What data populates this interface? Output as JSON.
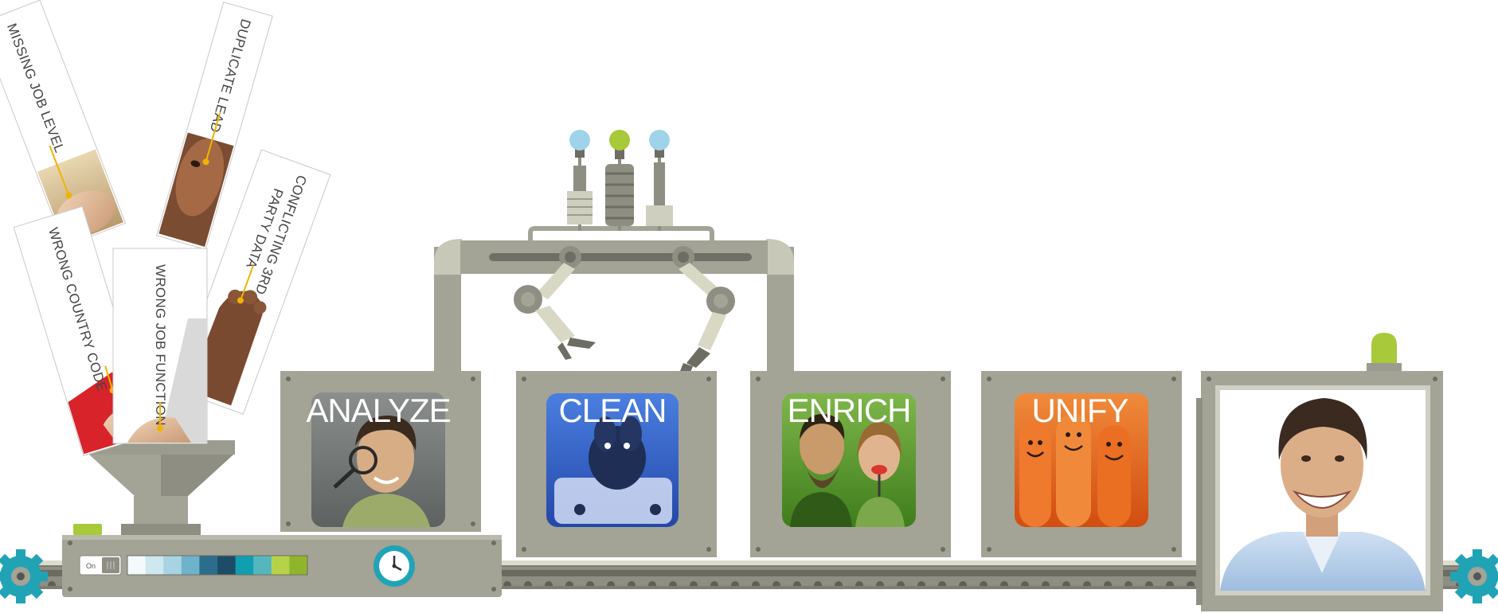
{
  "cards": [
    {
      "id": "missing-job-level",
      "text": "MISSING JOB LEVEL"
    },
    {
      "id": "duplicate-lead",
      "text": "DUPLICATE LEAD"
    },
    {
      "id": "conflicting-data",
      "text": "CONFLICTING 3RD PARTY DATA",
      "lines": [
        "CONFLICTING 3RD",
        "PARTY DATA"
      ]
    },
    {
      "id": "wrong-country-code",
      "text": "WRONG COUNTRY CODE"
    },
    {
      "id": "wrong-job-function",
      "text": "WRONG JOB FUNCTION"
    }
  ],
  "stations": [
    {
      "id": "analyze",
      "label": "ANALYZE",
      "tint": "#6b6f6e"
    },
    {
      "id": "clean",
      "label": "CLEAN",
      "tint": "#3563c9"
    },
    {
      "id": "enrich",
      "label": "ENRICH",
      "tint": "#5a9a2a"
    },
    {
      "id": "unify",
      "label": "UNIFY",
      "tint": "#e0621f"
    }
  ],
  "control_panel": {
    "switch_label": "On",
    "palette": [
      "#f4f9fb",
      "#cfe7ef",
      "#a7d4e3",
      "#6fb2cc",
      "#2d6d8c",
      "#1d4d66",
      "#0f9fb0",
      "#55b7bd",
      "#b6d347",
      "#8fb52a"
    ]
  },
  "bulbs": [
    {
      "color": "#9fd3ea"
    },
    {
      "color": "#a7c93a"
    },
    {
      "color": "#9fd3ea"
    }
  ],
  "colors": {
    "machine": "#a3a396",
    "machine_dark": "#8a8a7f",
    "machine_light": "#bdbdb1",
    "gear": "#21a3b6",
    "clock": "#21a3b6",
    "indicator": "#a7c93a"
  }
}
